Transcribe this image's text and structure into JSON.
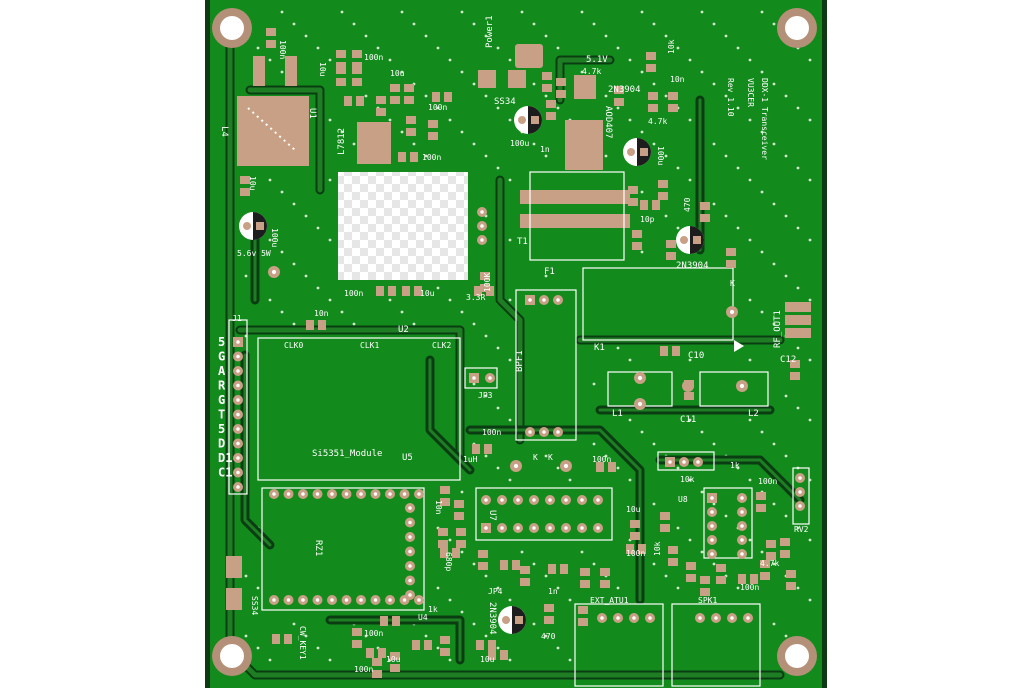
{
  "board": {
    "title": "DDX-1 Transceiver",
    "author": "VU3CER",
    "revision": "Rev 1.10",
    "colors": {
      "soldermask": "#138a1c",
      "copper_pad": "#c8a085",
      "silkscreen": "#ffffff",
      "background": "#ffffff"
    }
  },
  "labels": {
    "power1": "Power1",
    "u1": "U1",
    "l7812": "L7812",
    "ss34_top": "SS34",
    "aod407": "AOD407",
    "t1": "T1",
    "f1": "F1",
    "u2": "U2",
    "bpf1": "BPF1",
    "k1": "K1",
    "rf_out1": "RF_OUT1",
    "c10": "C10",
    "c11": "C11",
    "c12": "C12",
    "l1": "L1",
    "l2": "L2",
    "l4": "L4",
    "q_2n3904_a": "2N3904",
    "q_2n3904_b": "2N3904",
    "q_2n3904_c": "2N3904",
    "v51": "5.1V",
    "r47k_a": "4.7k",
    "r47k_b": "4.7k",
    "r47k_c": "4.7k",
    "r10k_a": "10k",
    "r10k_b": "10k",
    "r10k_c": "10k",
    "r470_a": "470",
    "r470_b": "470",
    "r33r": "3.3R",
    "r100k": "100K",
    "zener": "5.6v 5W",
    "j1": "J1",
    "jp3": "JP3",
    "jp4": "JP4",
    "clk0": "CLK0",
    "clk1": "CLK1",
    "clk2": "CLK2",
    "si5351": "Si5351_Module",
    "u5": "U5",
    "u7": "U7",
    "u8": "U8",
    "rz1": "RZ1",
    "u4": "U4",
    "ss34_bottom": "SS34",
    "ext_atu1": "EXT_ATU1",
    "spk1": "SPK1",
    "rv2": "RV2",
    "cw_key1": "CW_KEY1",
    "uh": "1uH",
    "c680p": "680p",
    "c1n_a": "1n",
    "c1n_b": "1n",
    "r1k_a": "1k",
    "r1k_b": "1k",
    "k_mark_a": "K",
    "k_mark_b": "K",
    "k_mark_c": "K",
    "c100n": "100n",
    "c10u": "10u",
    "c100u": "100u",
    "c10n": "10n",
    "c10p": "10p",
    "c10u_b": "10u"
  },
  "j1_pins": [
    "5",
    "G",
    "A",
    "R",
    "G",
    "T",
    "5",
    "D",
    "D1",
    "C1"
  ]
}
